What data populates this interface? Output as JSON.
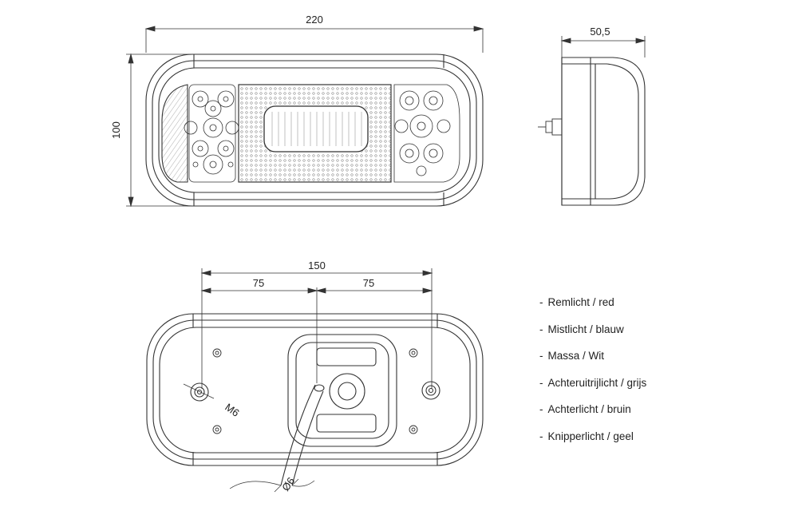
{
  "front_view": {
    "width_dim": "220",
    "height_dim": "100"
  },
  "side_view": {
    "depth_dim": "50,5"
  },
  "back_view": {
    "total_span_dim": "150",
    "left_span_dim": "75",
    "right_span_dim": "75",
    "bolt_label": "M6",
    "cable_label": "Ø6"
  },
  "legend": [
    {
      "name": "Remlicht",
      "color": "red"
    },
    {
      "name": "Mistlicht",
      "color": "blauw"
    },
    {
      "name": "Massa",
      "color": "Wit"
    },
    {
      "name": "Achteruitrijlicht",
      "color": "grijs"
    },
    {
      "name": "Achterlicht",
      "color": "bruin"
    },
    {
      "name": "Knipperlicht",
      "color": "geel"
    }
  ],
  "colors": {
    "line": "#333333",
    "text": "#222222",
    "background": "#ffffff"
  }
}
